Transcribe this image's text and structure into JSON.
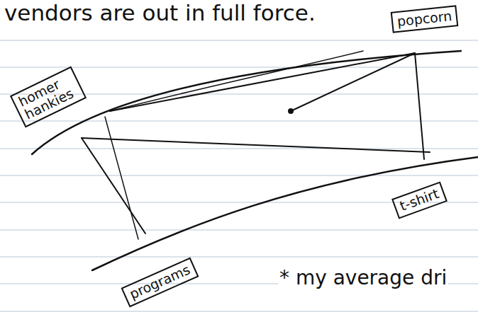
{
  "diagram": {
    "nodes": [
      {
        "text": [
          "popcorn"
        ]
      },
      {
        "text": [
          "homer hankies"
        ]
      },
      {
        "text": [
          "t-shirt"
        ]
      },
      {
        "text": [
          "programs"
        ]
      }
    ],
    "labels": [
      "vendors are out in full force.",
      "* my average dri"
    ]
  }
}
